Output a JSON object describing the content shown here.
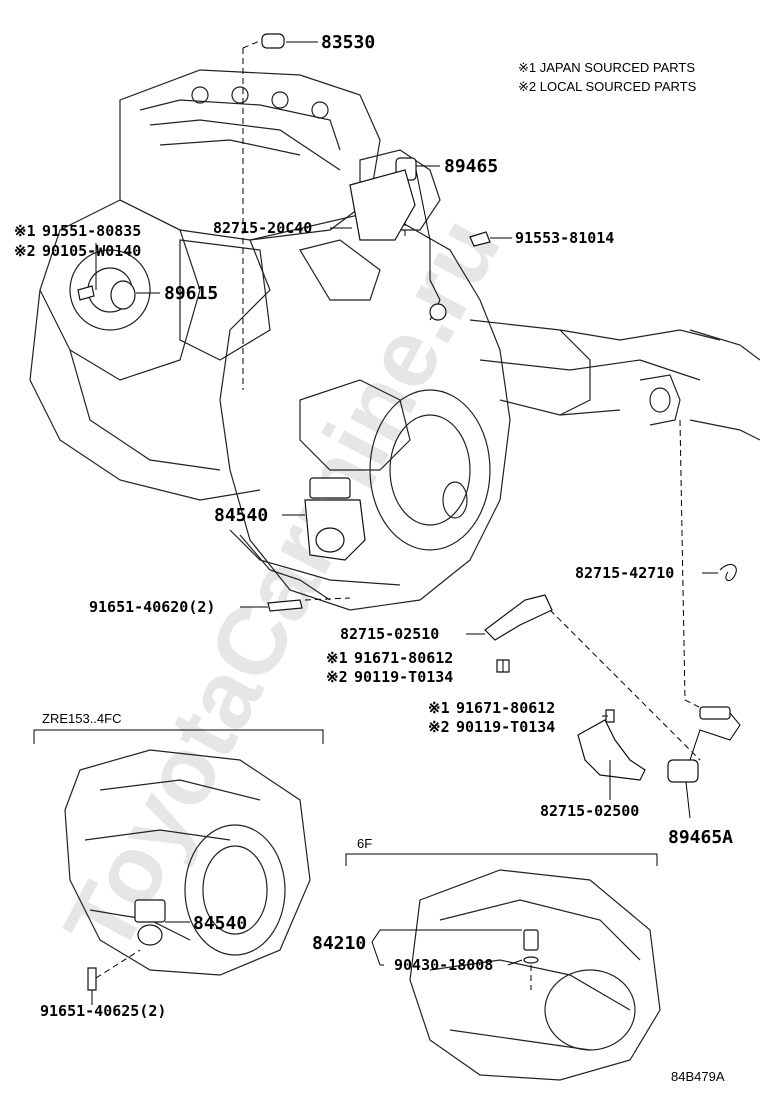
{
  "notes": {
    "line1": "※1 JAPAN SOURCED PARTS",
    "line2": "※2 LOCAL SOURCED PARTS"
  },
  "watermark": "ToyotaCarmine.ru",
  "sections": {
    "zre153": "ZRE153..4FC",
    "sixf": "6F"
  },
  "parts": {
    "p83530": "83530",
    "p89465": "89465",
    "p82715_20c40": "82715-20C40",
    "p91553_81014": "91553-81014",
    "p91551_80835": "91551-80835",
    "p90105_w0140": "90105-W0140",
    "p89615": "89615",
    "p84540_main": "84540",
    "p82715_42710": "82715-42710",
    "p91651_40620": "91651-40620(2)",
    "p82715_02510": "82715-02510",
    "p91671_80612_a": "91671-80612",
    "p90119_t0134_a": "90119-T0134",
    "p91671_80612_b": "91671-80612",
    "p90119_t0134_b": "90119-T0134",
    "p82715_02500": "82715-02500",
    "p89465a": "89465A",
    "p84540_zre": "84540",
    "p91651_40625": "91651-40625(2)",
    "p84210": "84210",
    "p90430_18008": "90430-18008"
  },
  "markers": {
    "m1": "※1",
    "m2": "※2"
  },
  "diagram_code": "84B479A"
}
